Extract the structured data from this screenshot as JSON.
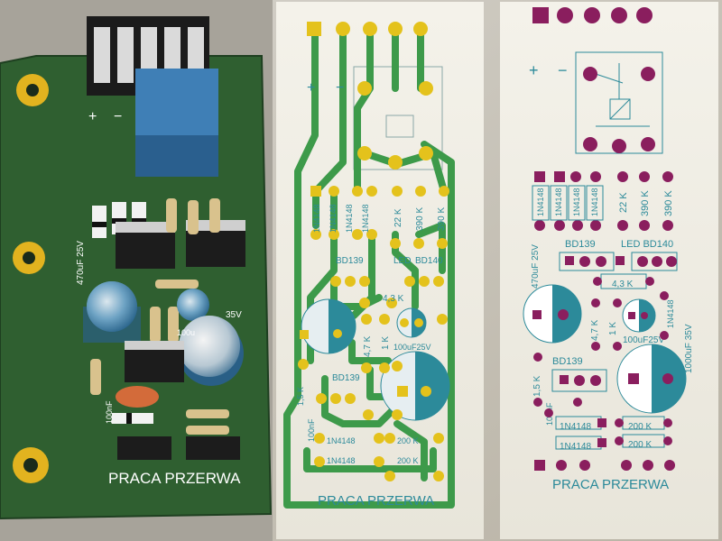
{
  "panels": {
    "render3d": {
      "title": "PRACA PRZERWA",
      "labels": {
        "plus": "+",
        "minus": "−",
        "cap_470": "470uF 25V",
        "cap_35v": "35V",
        "cap_100u": "100u",
        "cap_100nf": "100nF"
      }
    },
    "traces": {
      "title": "PRACA PRZERWA",
      "labels": {
        "plus": "+",
        "minus": "−",
        "d1": "1N4148",
        "d2": "1N4148",
        "d3": "1N4148",
        "d4": "1N4148",
        "r22k": "22 K",
        "r390a": "390 K",
        "r390b": "390 K",
        "bd139_top": "BD139",
        "led": "LED",
        "bd140": "BD140",
        "r43k": "4,3 K",
        "r47k": "4,7 K",
        "r1k": "1 K",
        "cap100": "100uF25V",
        "bd139_bot": "BD139",
        "c100nf": "100nF",
        "d5": "1N4148",
        "d6": "1N4148",
        "r200a": "200 K",
        "r200b": "200 K",
        "r15k": "1,5 K"
      }
    },
    "silk": {
      "title": "PRACA PRZERWA",
      "labels": {
        "plus": "+",
        "minus": "−",
        "d1": "1N4148",
        "d2": "1N4148",
        "d3": "1N4148",
        "d4": "1N4148",
        "r22k": "22 K",
        "r390a": "390 K",
        "r390b": "390 K",
        "bd139_top": "BD139",
        "led_bd140": "LED BD140",
        "cap470": "470uF 25V",
        "r43k": "4,3 K",
        "d5": "1N4148",
        "r47k": "4,7 K",
        "r1k": "1 K",
        "cap100": "100uF25V",
        "cap1000": "1000uF 35V",
        "bd139_bot": "BD139",
        "r15k": "1,5 K",
        "c100nf": "100nF",
        "d6": "1N4148",
        "d7": "1N4148",
        "r200a": "200 K",
        "r200b": "200 K"
      }
    }
  },
  "colors": {
    "pcb_green": "#2f5f30",
    "trace_green": "#3d9a4a",
    "pad_yellow": "#e4c21c",
    "pad_purple": "#8a1e5e",
    "silk_teal": "#2c8a9a",
    "relay_blue": "#3f7fb6",
    "background": "#c9c4b8"
  }
}
